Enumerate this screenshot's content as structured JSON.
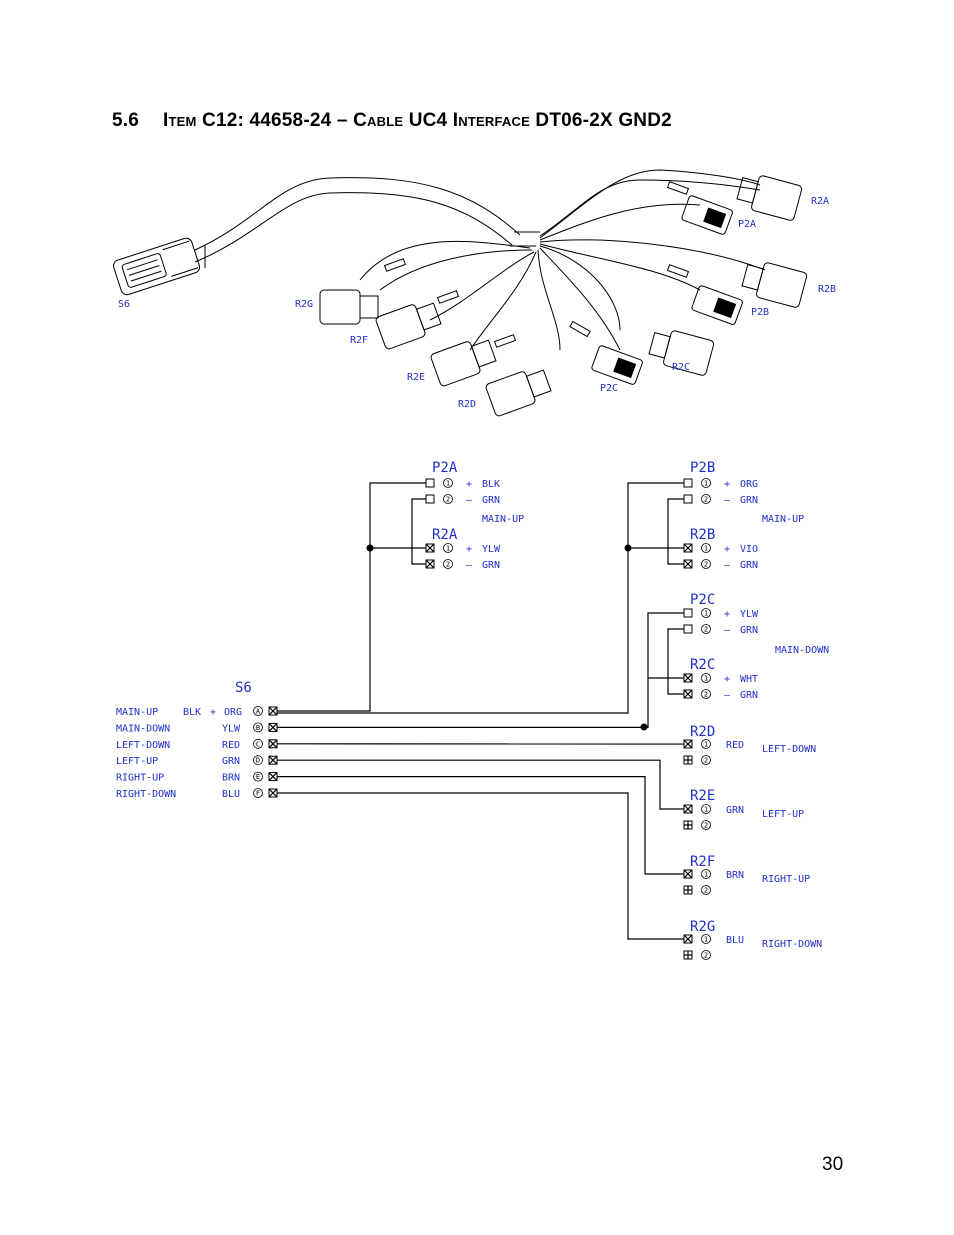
{
  "section": {
    "number": "5.6",
    "title_parts": [
      {
        "text": "Item",
        "small_caps": true
      },
      {
        "text": " C12: 44658-24 – ",
        "small_caps": false
      },
      {
        "text": "Cable",
        "small_caps": true
      },
      {
        "text": " UC4 ",
        "small_caps": false
      },
      {
        "text": "Interface",
        "small_caps": true
      },
      {
        "text": " DT06-2X GND2",
        "small_caps": false
      }
    ]
  },
  "harness_drawing": {
    "labels": {
      "s6": "S6",
      "p2a": "P2A",
      "r2a_top": "R2A",
      "r2b_top": "R2B",
      "p2b": "P2B",
      "r2c_top": "R2C",
      "p2c": "P2C",
      "r2g": "R2G",
      "r2f": "R2F",
      "r2e": "R2E",
      "r2d": "R2D"
    }
  },
  "schematic": {
    "s6": {
      "title": "S6",
      "pins": [
        {
          "function": "MAIN-UP",
          "color": "BLK",
          "sign": "+",
          "color2": "ORG",
          "pin": "A"
        },
        {
          "function": "MAIN-DOWN",
          "color": "YLW",
          "pin": "B"
        },
        {
          "function": "LEFT-DOWN",
          "color": "RED",
          "pin": "C"
        },
        {
          "function": "LEFT-UP",
          "color": "GRN",
          "pin": "D"
        },
        {
          "function": "RIGHT-UP",
          "color": "BRN",
          "pin": "E"
        },
        {
          "function": "RIGHT-DOWN",
          "color": "BLU",
          "pin": "F"
        }
      ]
    },
    "groups": [
      {
        "p": {
          "title": "P2A",
          "pins": [
            {
              "num": "1",
              "sign": "+",
              "color": "BLK"
            },
            {
              "num": "2",
              "sign": "–",
              "color": "GRN"
            }
          ]
        },
        "function": "MAIN-UP",
        "r": {
          "title": "R2A",
          "pins": [
            {
              "num": "1",
              "sign": "+",
              "color": "YLW"
            },
            {
              "num": "2",
              "sign": "–",
              "color": "GRN"
            }
          ]
        }
      },
      {
        "p": {
          "title": "P2B",
          "pins": [
            {
              "num": "1",
              "sign": "+",
              "color": "ORG"
            },
            {
              "num": "2",
              "sign": "–",
              "color": "GRN"
            }
          ]
        },
        "function": "MAIN-UP",
        "r": {
          "title": "R2B",
          "pins": [
            {
              "num": "1",
              "sign": "+",
              "color": "VIO"
            },
            {
              "num": "2",
              "sign": "–",
              "color": "GRN"
            }
          ]
        }
      },
      {
        "p": {
          "title": "P2C",
          "pins": [
            {
              "num": "1",
              "sign": "+",
              "color": "YLW"
            },
            {
              "num": "2",
              "sign": "–",
              "color": "GRN"
            }
          ]
        },
        "function": "MAIN-DOWN",
        "r": {
          "title": "R2C",
          "pins": [
            {
              "num": "1",
              "sign": "+",
              "color": "WHT"
            },
            {
              "num": "2",
              "sign": "–",
              "color": "GRN"
            }
          ]
        }
      }
    ],
    "singles": [
      {
        "title": "R2D",
        "color": "RED",
        "function": "LEFT-DOWN",
        "pins": [
          "1",
          "2"
        ]
      },
      {
        "title": "R2E",
        "color": "GRN",
        "function": "LEFT-UP",
        "pins": [
          "1",
          "2"
        ]
      },
      {
        "title": "R2F",
        "color": "BRN",
        "function": "RIGHT-UP",
        "pins": [
          "1",
          "2"
        ]
      },
      {
        "title": "R2G",
        "color": "BLU",
        "function": "RIGHT-DOWN",
        "pins": [
          "1",
          "2"
        ]
      }
    ]
  },
  "page_number": "30",
  "colors": {
    "label_blue": "#2030c8",
    "line": "#000000"
  }
}
